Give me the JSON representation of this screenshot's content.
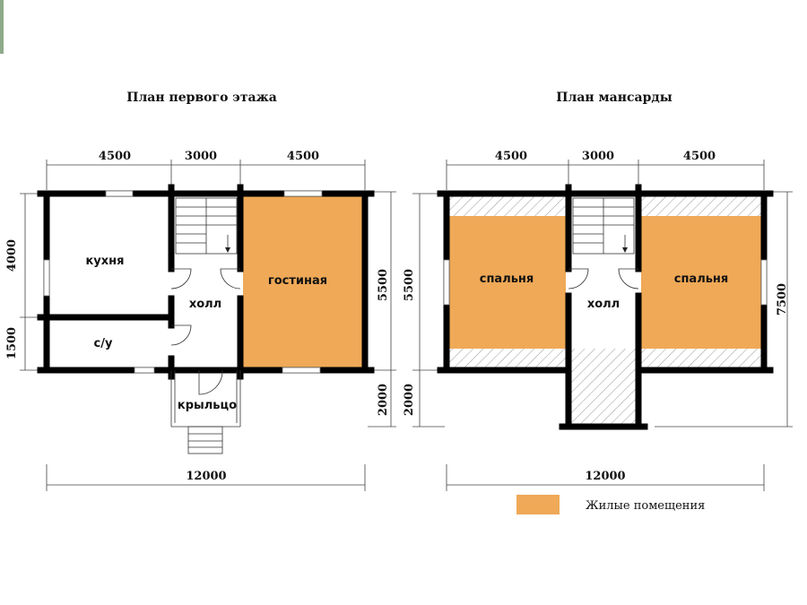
{
  "plans": {
    "first_floor": {
      "title": "План первого этажа",
      "dims_top": [
        "4500",
        "3000",
        "4500"
      ],
      "dims_left": [
        "4000",
        "1500"
      ],
      "dim_right_main": "5500",
      "dim_right_porch": "2000",
      "dim_bottom": "12000",
      "rooms": {
        "kitchen": "кухня",
        "wc": "с/у",
        "hall": "холл",
        "living": "гостиная",
        "porch": "крыльцо"
      }
    },
    "attic": {
      "title": "План мансарды",
      "dims_top": [
        "4500",
        "3000",
        "4500"
      ],
      "dim_left_main": "5500",
      "dim_left_lower": "2000",
      "dim_right": "7500",
      "dim_bottom": "12000",
      "rooms": {
        "bedroom_left": "спальня",
        "hall": "холл",
        "bedroom_right": "спальня"
      }
    }
  },
  "legend": {
    "label": "Жилые помещения",
    "color": "#EFA957"
  },
  "colors": {
    "living_fill": "#EFA957",
    "wall": "#000000"
  }
}
